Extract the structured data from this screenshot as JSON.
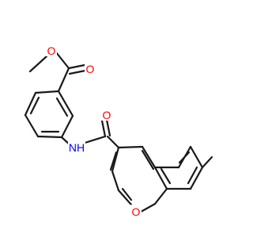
{
  "molecule": {
    "atoms": [
      {
        "id": "C_methyl_ester",
        "symbol": "",
        "label": ""
      },
      {
        "id": "O_ester",
        "symbol": "O",
        "label": "O"
      },
      {
        "id": "C_carbonyl_ester",
        "symbol": "",
        "label": ""
      },
      {
        "id": "O_carbonyl_ester",
        "symbol": "O",
        "label": "O"
      },
      {
        "id": "N_amide",
        "symbol": "N",
        "label": "NH"
      },
      {
        "id": "O_carbonyl_amide",
        "symbol": "O",
        "label": "O"
      },
      {
        "id": "O_ring",
        "symbol": "O",
        "label": "O"
      }
    ],
    "colors": {
      "bond": "#1a1a1a",
      "oxygen": "#ff0000",
      "nitrogen": "#0000ff"
    }
  }
}
